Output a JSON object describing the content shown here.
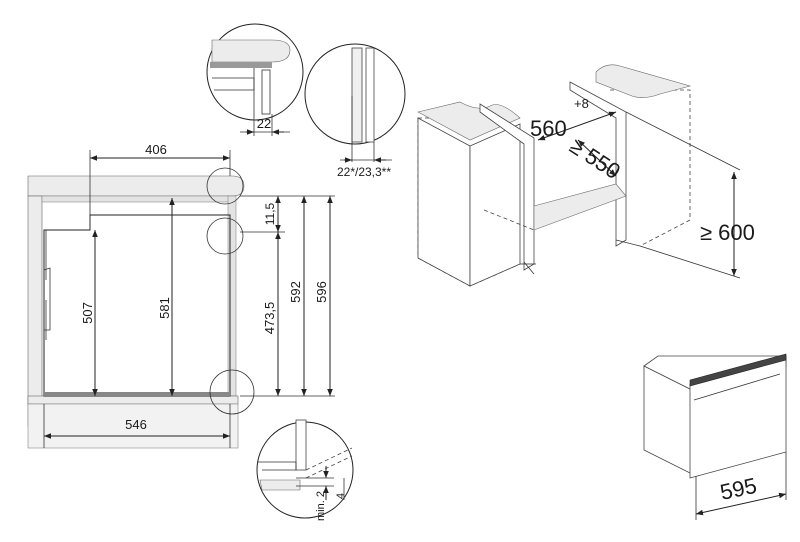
{
  "side_view": {
    "width_top": "406",
    "depth_bottom": "546",
    "height_inner_left": "507",
    "height_inner_mid": "581",
    "height_gap": "11,5",
    "height_473": "473,5",
    "height_592": "592",
    "height_596": "596"
  },
  "detail_top": {
    "gap_22": "22",
    "gap_panel": "22*/23,3**"
  },
  "detail_bottom": {
    "min_label": "min. 2",
    "gap_4": "4"
  },
  "cabinet": {
    "width_label": "560",
    "width_tolerance": "+8",
    "depth_label": "≥ 550",
    "height_label": "≥ 600"
  },
  "oven": {
    "width_label": "595"
  }
}
